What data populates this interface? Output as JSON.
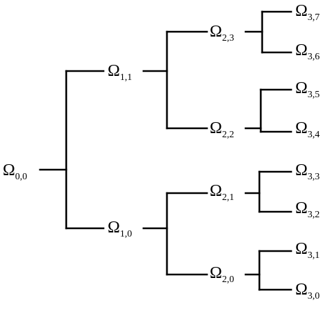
{
  "diagram": {
    "type": "binary-tree",
    "orientation": "left-to-right",
    "symbol": "Ω",
    "stroke_color": "#000000",
    "nodes": [
      {
        "id": "0-0",
        "label": "Ω",
        "subscript": "0,0",
        "parent": null
      },
      {
        "id": "1-1",
        "label": "Ω",
        "subscript": "1,1",
        "parent": "0-0"
      },
      {
        "id": "1-0",
        "label": "Ω",
        "subscript": "1,0",
        "parent": "0-0"
      },
      {
        "id": "2-3",
        "label": "Ω",
        "subscript": "2,3",
        "parent": "1-1"
      },
      {
        "id": "2-2",
        "label": "Ω",
        "subscript": "2,2",
        "parent": "1-1"
      },
      {
        "id": "2-1",
        "label": "Ω",
        "subscript": "2,1",
        "parent": "1-0"
      },
      {
        "id": "2-0",
        "label": "Ω",
        "subscript": "2,0",
        "parent": "1-0"
      },
      {
        "id": "3-7",
        "label": "Ω",
        "subscript": "3,7",
        "parent": "2-3"
      },
      {
        "id": "3-6",
        "label": "Ω",
        "subscript": "3,6",
        "parent": "2-3"
      },
      {
        "id": "3-5",
        "label": "Ω",
        "subscript": "3,5",
        "parent": "2-2"
      },
      {
        "id": "3-4",
        "label": "Ω",
        "subscript": "3,4",
        "parent": "2-2"
      },
      {
        "id": "3-3",
        "label": "Ω",
        "subscript": "3,3",
        "parent": "2-1"
      },
      {
        "id": "3-2",
        "label": "Ω",
        "subscript": "3,2",
        "parent": "2-1"
      },
      {
        "id": "3-1",
        "label": "Ω",
        "subscript": "3,1",
        "parent": "2-0"
      },
      {
        "id": "3-0",
        "label": "Ω",
        "subscript": "3,0",
        "parent": "2-0"
      }
    ]
  }
}
